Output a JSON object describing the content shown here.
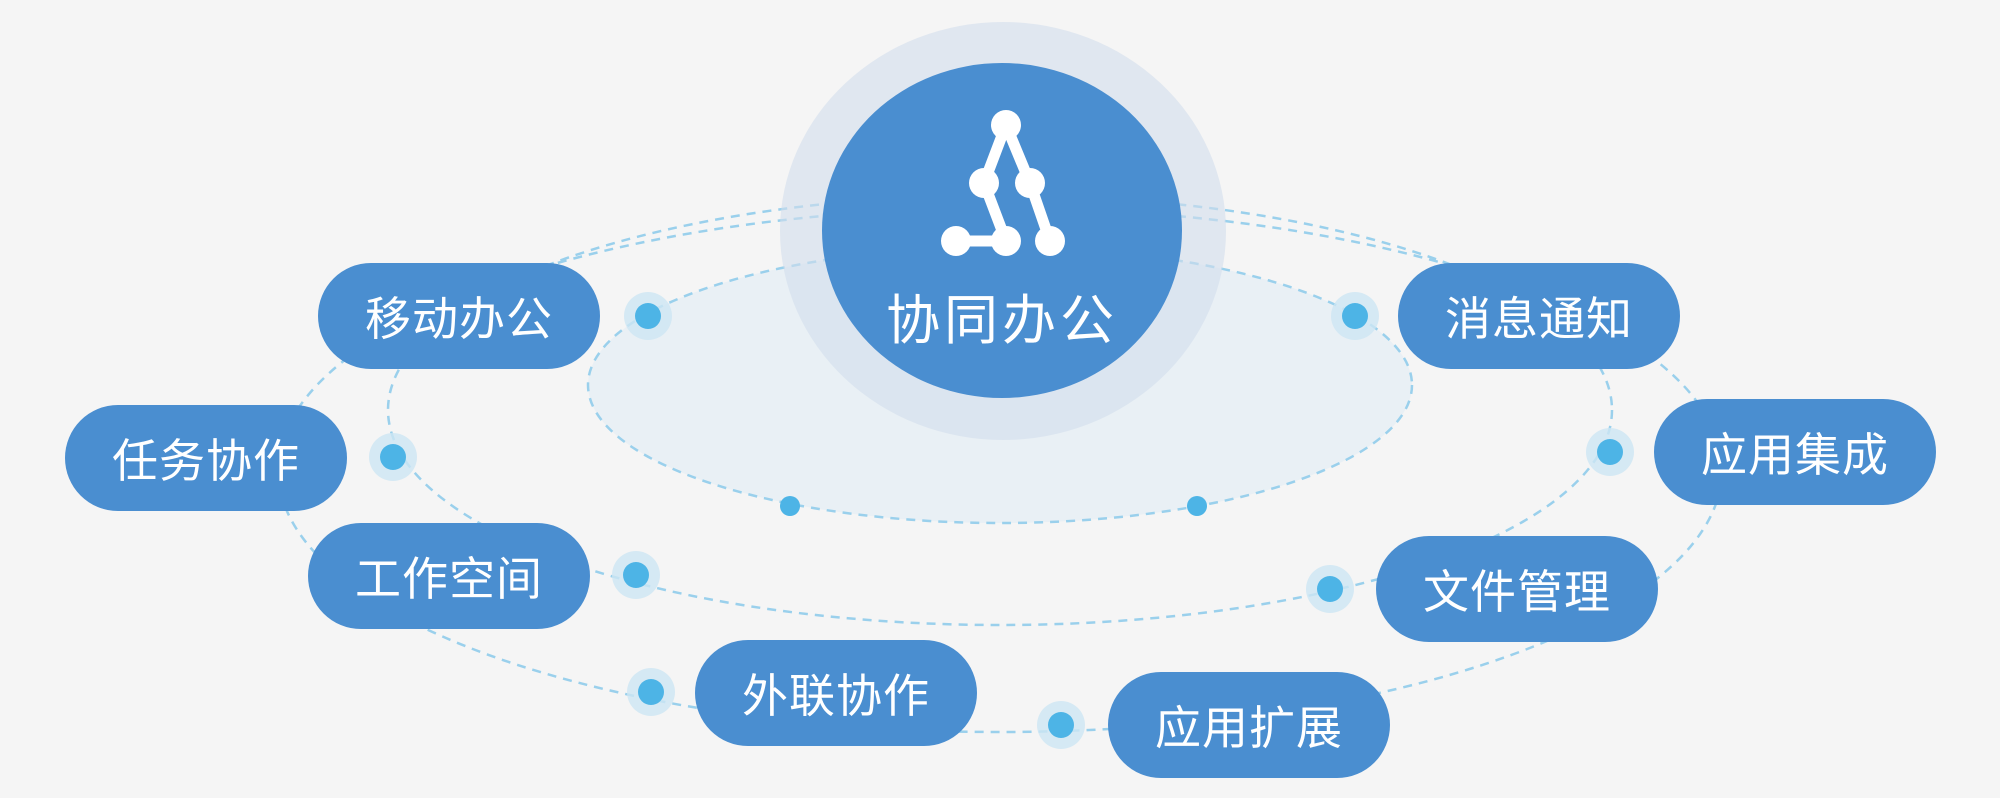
{
  "hub": {
    "title": "协同办公",
    "icon": "nodes-logo-icon"
  },
  "modules": [
    {
      "key": "mobile",
      "label": "移动办公"
    },
    {
      "key": "message",
      "label": "消息通知"
    },
    {
      "key": "task",
      "label": "任务协作"
    },
    {
      "key": "integration",
      "label": "应用集成"
    },
    {
      "key": "workspace",
      "label": "工作空间"
    },
    {
      "key": "file",
      "label": "文件管理"
    },
    {
      "key": "external",
      "label": "外联协作"
    },
    {
      "key": "extension",
      "label": "应用扩展"
    }
  ],
  "colors": {
    "background": "#f5f5f5",
    "pill": "#4a8ed0",
    "hub": "#4a8ed0",
    "halo": "#d2deec",
    "orbit_line": "#8ccbea",
    "node": "#4db4e6",
    "text": "#ffffff"
  }
}
